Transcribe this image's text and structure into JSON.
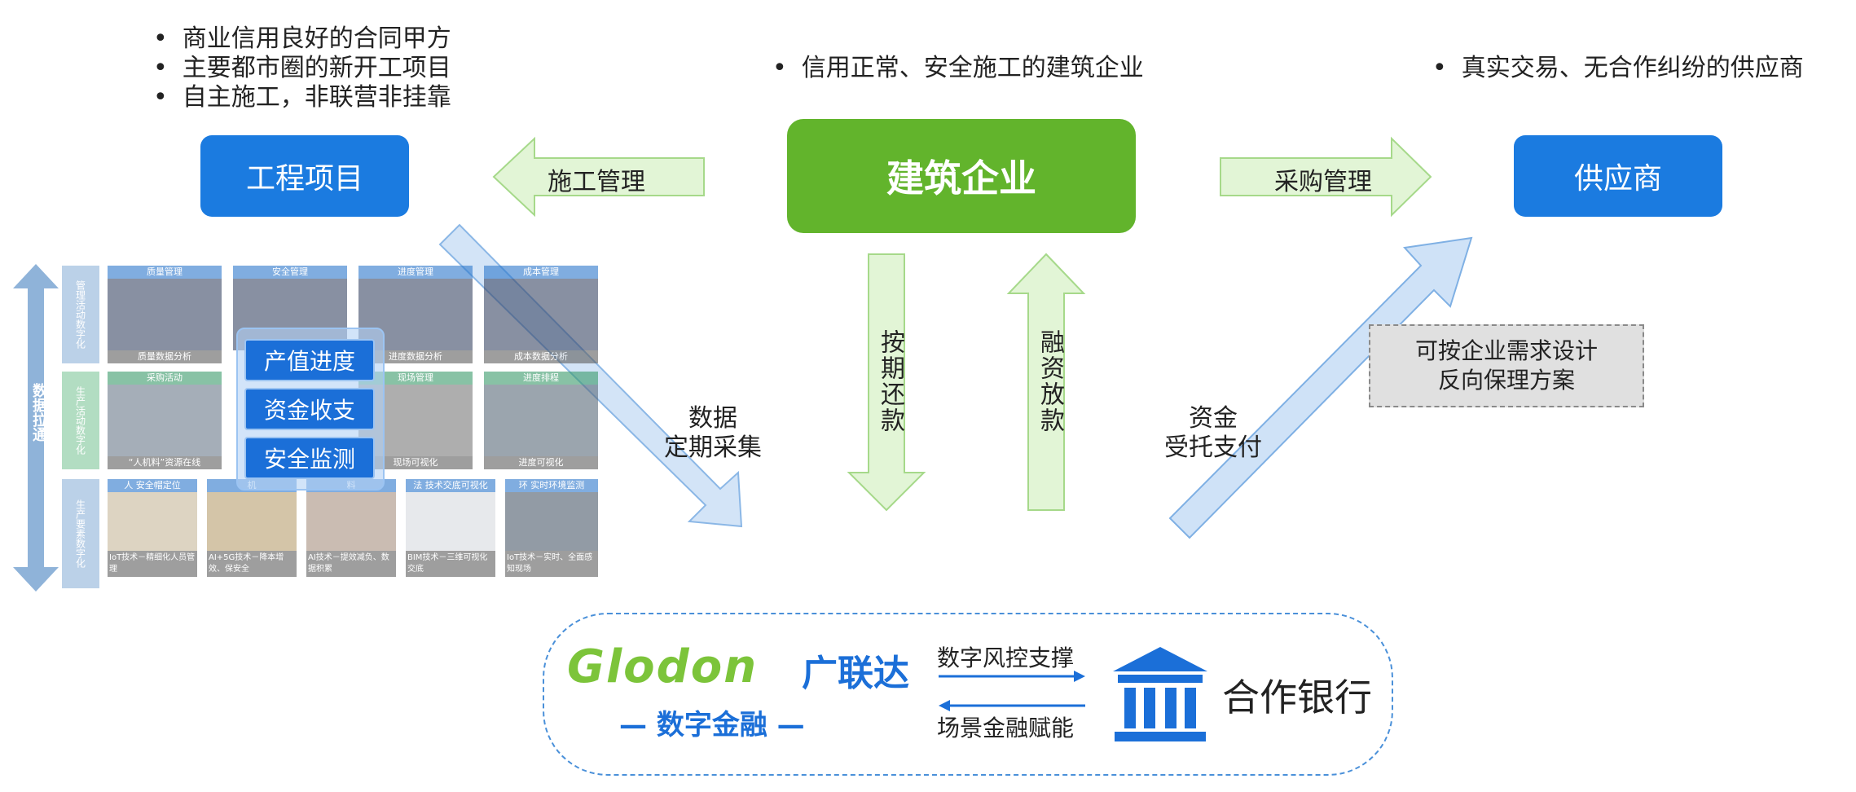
{
  "top_left_bullets": [
    "商业信用良好的合同甲方",
    "主要都市圈的新开工项目",
    "自主施工，非联营非挂靠"
  ],
  "top_mid_bullets": [
    "信用正常、安全施工的建筑企业"
  ],
  "top_right_bullets": [
    "真实交易、无合作纠纷的供应商"
  ],
  "nodes": {
    "project": "工程项目",
    "enterprise": "建筑企业",
    "supplier": "供应商"
  },
  "arrows": {
    "construction_mgmt": "施工管理",
    "procurement_mgmt": "采购管理",
    "repay": "按期还款",
    "loan": "融资放款",
    "data_collect": "数据\n定期采集",
    "payment": "资金\n受托支付"
  },
  "dashed_box": "可按企业需求设计\n反向保理方案",
  "left_panel": {
    "side_label": "数据拉通",
    "rows": [
      {
        "label": "管理活动数字化",
        "cells": [
          {
            "head": "质量管理",
            "foot": "质量数据分析"
          },
          {
            "head": "安全管理",
            "foot": ""
          },
          {
            "head": "进度管理",
            "foot": "进度数据分析"
          },
          {
            "head": "成本管理",
            "foot": "成本数据分析"
          }
        ]
      },
      {
        "label": "生产活动数字化",
        "cells": [
          {
            "head": "采购活动",
            "foot": "“人机料”资源在线"
          },
          {
            "head": "",
            "foot": ""
          },
          {
            "head": "现场管理",
            "foot": "现场可视化"
          },
          {
            "head": "进度排程",
            "foot": "进度可视化"
          }
        ]
      },
      {
        "label": "生产要素数字化",
        "cells": [
          {
            "head": "人  安全帽定位",
            "foot": "IoT技术－精细化人员管理"
          },
          {
            "head": "机",
            "foot": "AI+5G技术－降本增效、保安全"
          },
          {
            "head": "料",
            "foot": "AI技术－提效减负、数据积累"
          },
          {
            "head": "法  技术交底可视化",
            "foot": "BIM技术－三维可视化交底"
          },
          {
            "head": "环  实时环境监测",
            "foot": "IoT技术－实时、全面感知现场"
          }
        ]
      }
    ],
    "overlay_buttons": [
      "产值进度",
      "资金收支",
      "安全监测"
    ]
  },
  "bottom": {
    "logo_latin": "Glodon",
    "logo_cn": "广联达",
    "logo_sub": "— 数字金融 —",
    "top_arrow_label": "数字风控支撑",
    "bottom_arrow_label": "场景金融赋能",
    "bank": "合作银行"
  },
  "colors": {
    "blue": "#1b7be0",
    "green": "#62b42c",
    "light_green": "#e2f5d6",
    "light_blue": "#cfe2f7"
  }
}
